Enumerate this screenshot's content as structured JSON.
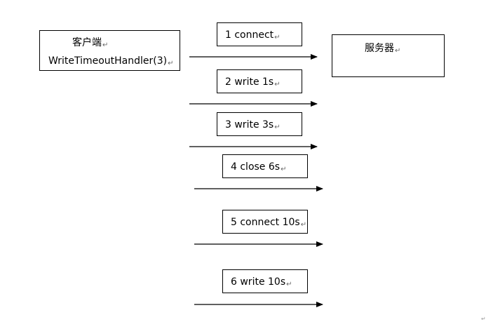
{
  "client": {
    "title": "客户端",
    "handler": "WriteTimeoutHandler(3)"
  },
  "server": {
    "title": "服务器"
  },
  "steps": [
    {
      "label": "1 connect"
    },
    {
      "label": "2 write 1s"
    },
    {
      "label": "3 write 3s"
    },
    {
      "label": "4 close 6s"
    },
    {
      "label": "5 connect 10s"
    },
    {
      "label": "6 write 10s"
    }
  ],
  "paragraph_mark": "↵",
  "page_mark": "↵",
  "colors": {
    "line": "#000000",
    "background": "#ffffff"
  }
}
